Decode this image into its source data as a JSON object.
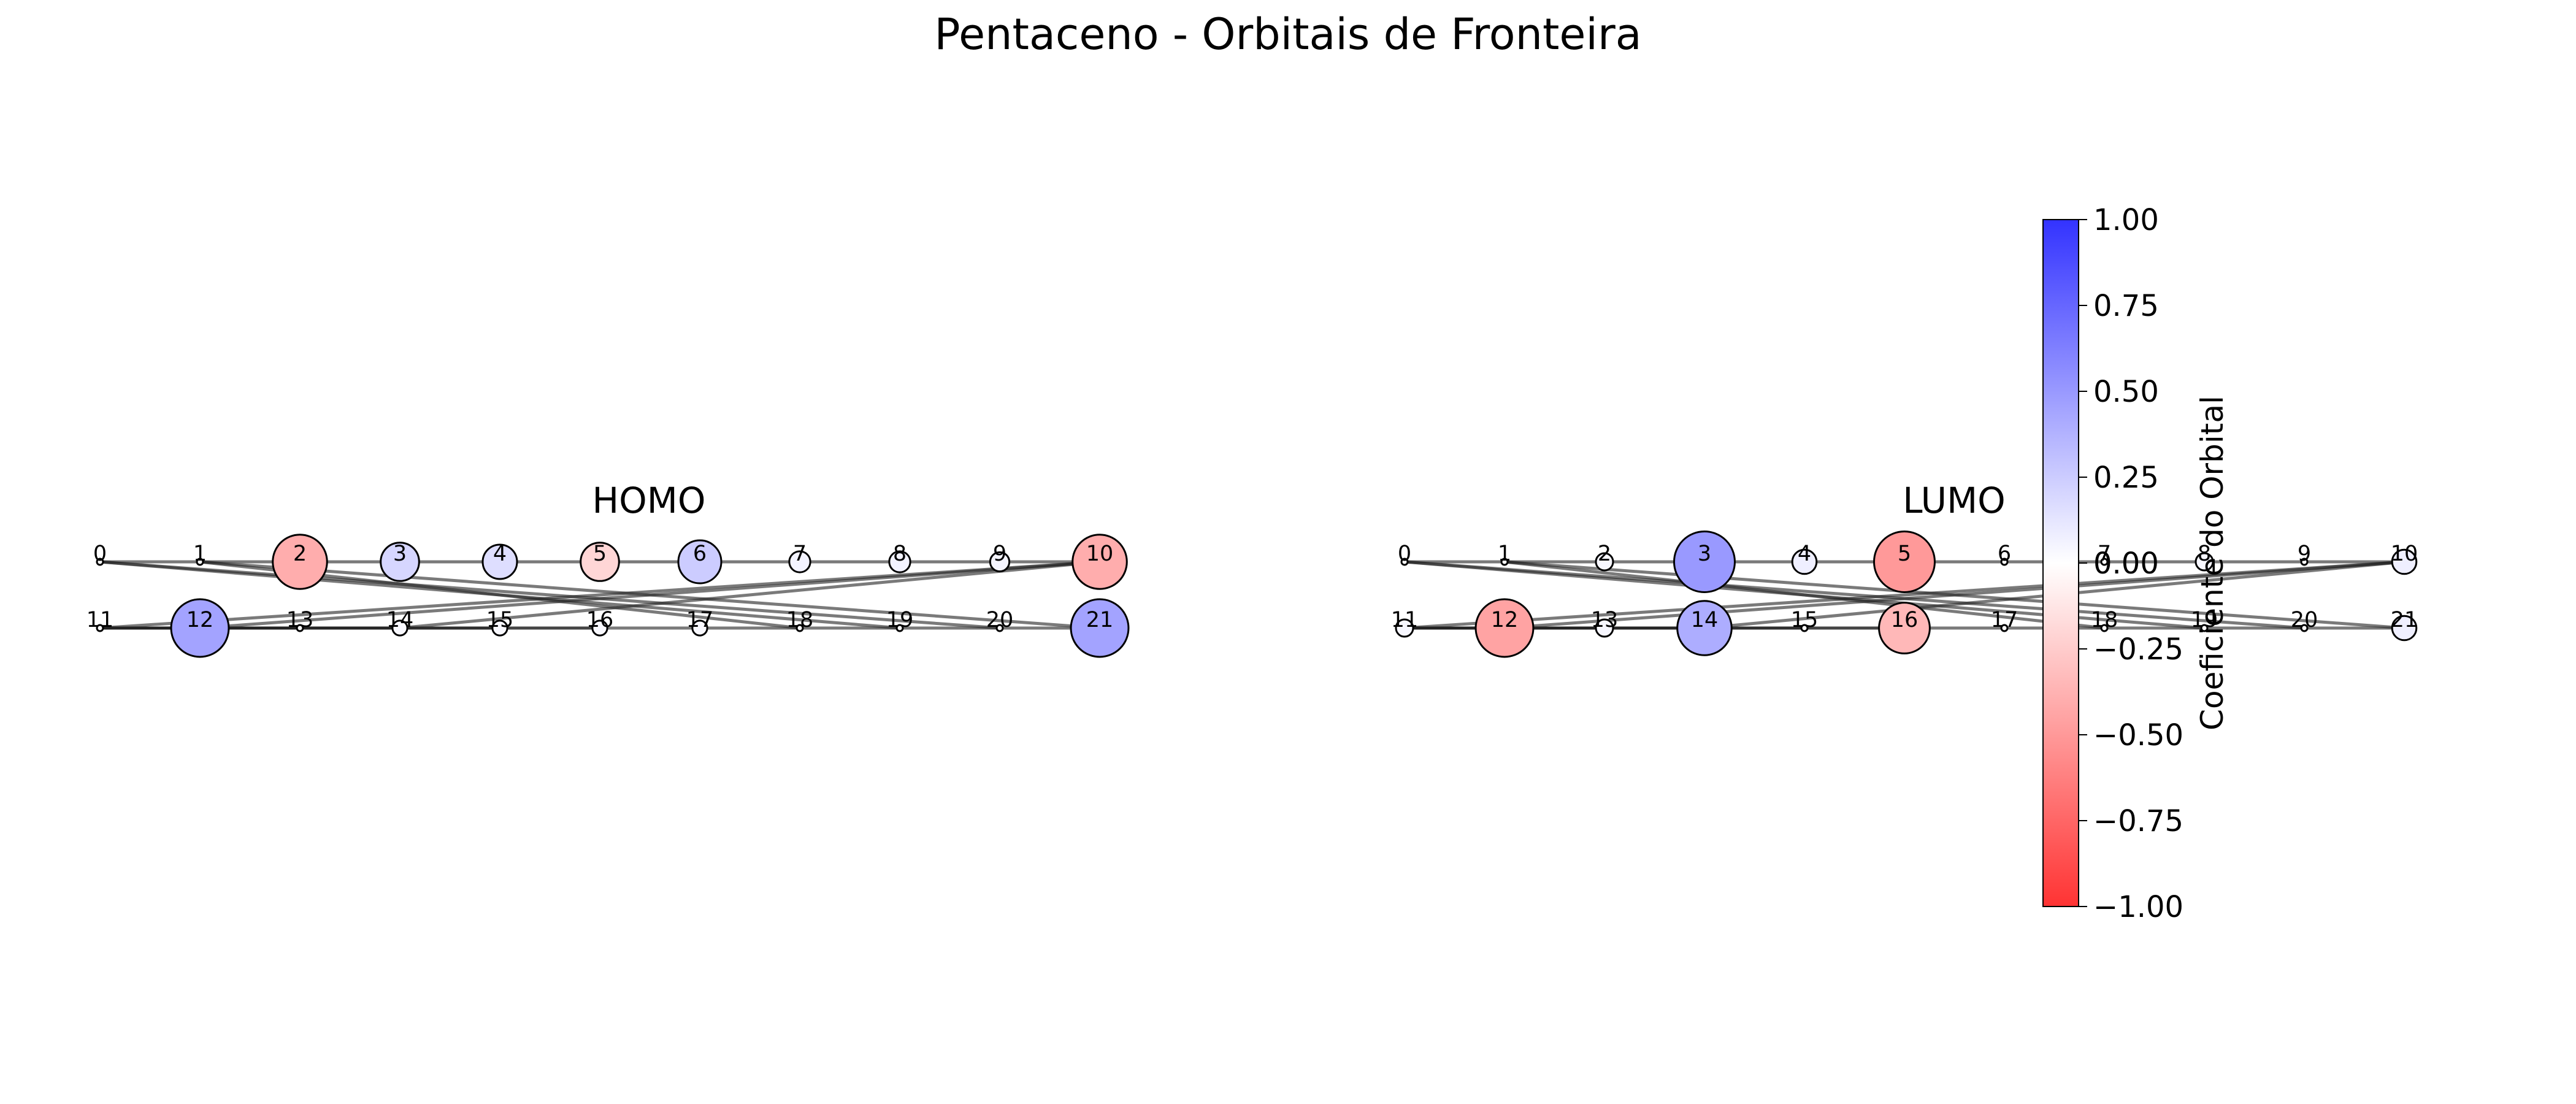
{
  "figure": {
    "title": "Pentaceno - Orbitais de Fronteira"
  },
  "colors": {
    "positive": "#3333ff",
    "zero": "#ffffff",
    "negative": "#ff3333",
    "edge": "#222222",
    "node_edge": "#000000"
  },
  "chart_data": [
    {
      "type": "network",
      "title": "HOMO",
      "atoms": [
        0,
        1,
        2,
        3,
        4,
        5,
        6,
        7,
        8,
        9,
        10,
        11,
        12,
        13,
        14,
        15,
        16,
        17,
        18,
        19,
        20,
        21
      ],
      "coefficients": [
        0.0,
        0.0,
        -0.4,
        0.2,
        0.16,
        -0.2,
        0.25,
        0.06,
        0.06,
        0.05,
        -0.4,
        0.0,
        0.45,
        0.0,
        0.03,
        0.03,
        0.03,
        0.03,
        0.0,
        0.0,
        0.0,
        0.45
      ],
      "bonds": [
        [
          0,
          1
        ],
        [
          1,
          2
        ],
        [
          2,
          3
        ],
        [
          3,
          4
        ],
        [
          4,
          5
        ],
        [
          5,
          6
        ],
        [
          6,
          7
        ],
        [
          7,
          8
        ],
        [
          8,
          9
        ],
        [
          9,
          10
        ],
        [
          10,
          11
        ],
        [
          12,
          13
        ],
        [
          13,
          14
        ],
        [
          14,
          15
        ],
        [
          15,
          16
        ],
        [
          16,
          17
        ],
        [
          17,
          18
        ],
        [
          18,
          19
        ],
        [
          19,
          20
        ],
        [
          20,
          21
        ],
        [
          0,
          19
        ],
        [
          0,
          20
        ],
        [
          1,
          18
        ],
        [
          1,
          21
        ],
        [
          10,
          12
        ],
        [
          10,
          14
        ],
        [
          11,
          12
        ],
        [
          11,
          13
        ],
        [
          11,
          14
        ],
        [
          11,
          15
        ],
        [
          11,
          16
        ]
      ]
    },
    {
      "type": "network",
      "title": "LUMO",
      "atoms": [
        0,
        1,
        2,
        3,
        4,
        5,
        6,
        7,
        8,
        9,
        10,
        11,
        12,
        13,
        14,
        15,
        16,
        17,
        18,
        19,
        20,
        21
      ],
      "coefficients": [
        0.0,
        0.0,
        0.04,
        0.5,
        0.08,
        -0.5,
        0.0,
        0.0,
        0.04,
        0.0,
        0.08,
        0.04,
        -0.45,
        0.04,
        0.4,
        0.0,
        -0.35,
        0.0,
        0.0,
        0.0,
        0.0,
        0.08
      ],
      "bonds": [
        [
          0,
          1
        ],
        [
          1,
          2
        ],
        [
          2,
          3
        ],
        [
          3,
          4
        ],
        [
          4,
          5
        ],
        [
          5,
          6
        ],
        [
          6,
          7
        ],
        [
          7,
          8
        ],
        [
          8,
          9
        ],
        [
          9,
          10
        ],
        [
          10,
          11
        ],
        [
          12,
          13
        ],
        [
          13,
          14
        ],
        [
          14,
          15
        ],
        [
          15,
          16
        ],
        [
          16,
          17
        ],
        [
          17,
          18
        ],
        [
          18,
          19
        ],
        [
          19,
          20
        ],
        [
          20,
          21
        ],
        [
          0,
          19
        ],
        [
          0,
          20
        ],
        [
          1,
          18
        ],
        [
          1,
          21
        ],
        [
          10,
          12
        ],
        [
          10,
          14
        ],
        [
          11,
          12
        ],
        [
          11,
          13
        ],
        [
          11,
          14
        ],
        [
          11,
          15
        ],
        [
          11,
          16
        ]
      ]
    }
  ],
  "colorbar": {
    "label": "Coeficiente do Orbital",
    "range": [
      -1.0,
      1.0
    ],
    "ticks": [
      "1.00",
      "0.75",
      "0.50",
      "0.25",
      "0.00",
      "−0.25",
      "−0.50",
      "−0.75",
      "−1.00"
    ],
    "tick_values": [
      1.0,
      0.75,
      0.5,
      0.25,
      0.0,
      -0.25,
      -0.5,
      -0.75,
      -1.0
    ]
  }
}
